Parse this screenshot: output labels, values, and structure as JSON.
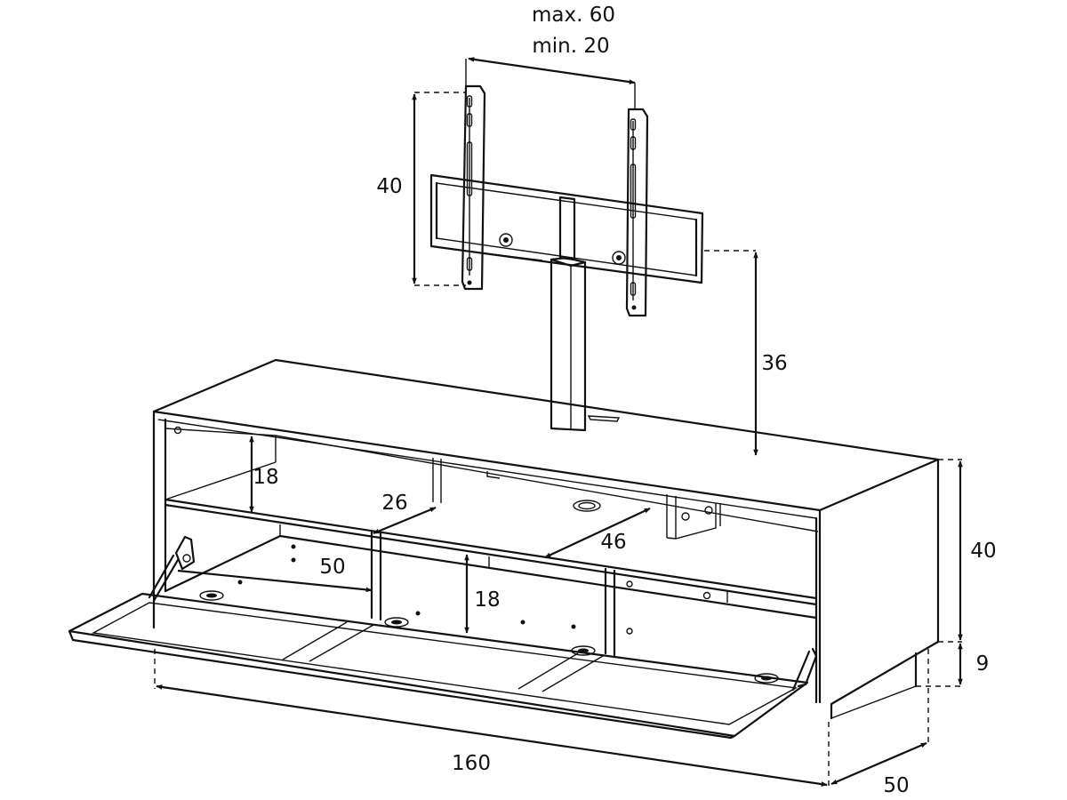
{
  "diagram": {
    "dimensions": {
      "vesa_max": "max. 60",
      "vesa_min": "min. 20",
      "bracket_height": "40",
      "mount_height": "36",
      "shelf_height_upper": "18",
      "shelf_depth_upper": "26",
      "shelf_depth_middle": "46",
      "shelf_depth_lower": "50",
      "compartment_height": "18",
      "cabinet_height": "40",
      "foot_height": "9",
      "cabinet_length": "160",
      "cabinet_depth": "50"
    }
  }
}
